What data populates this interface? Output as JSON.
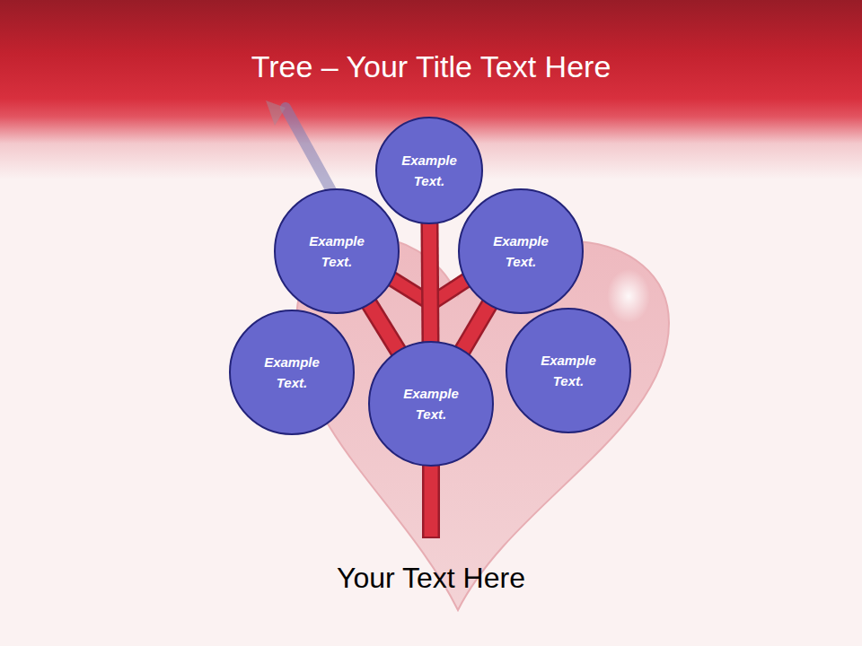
{
  "diagram": {
    "title": "Tree – Your Title Text Here",
    "caption": "Your Text Here",
    "nodes": [
      {
        "text": [
          "Example Text."
        ]
      },
      {
        "text": [
          "Example Text."
        ]
      },
      {
        "text": [
          "Example Text."
        ]
      },
      {
        "text": [
          "Example Text."
        ]
      },
      {
        "text": [
          "Example Text."
        ]
      },
      {
        "text": [
          "Example Text."
        ]
      }
    ],
    "edges": [
      {
        "from": 0,
        "to": 4,
        "arrow": "none"
      },
      {
        "from": 1,
        "to": 4,
        "arrow": "none"
      },
      {
        "from": 2,
        "to": 4,
        "arrow": "none"
      }
    ]
  }
}
